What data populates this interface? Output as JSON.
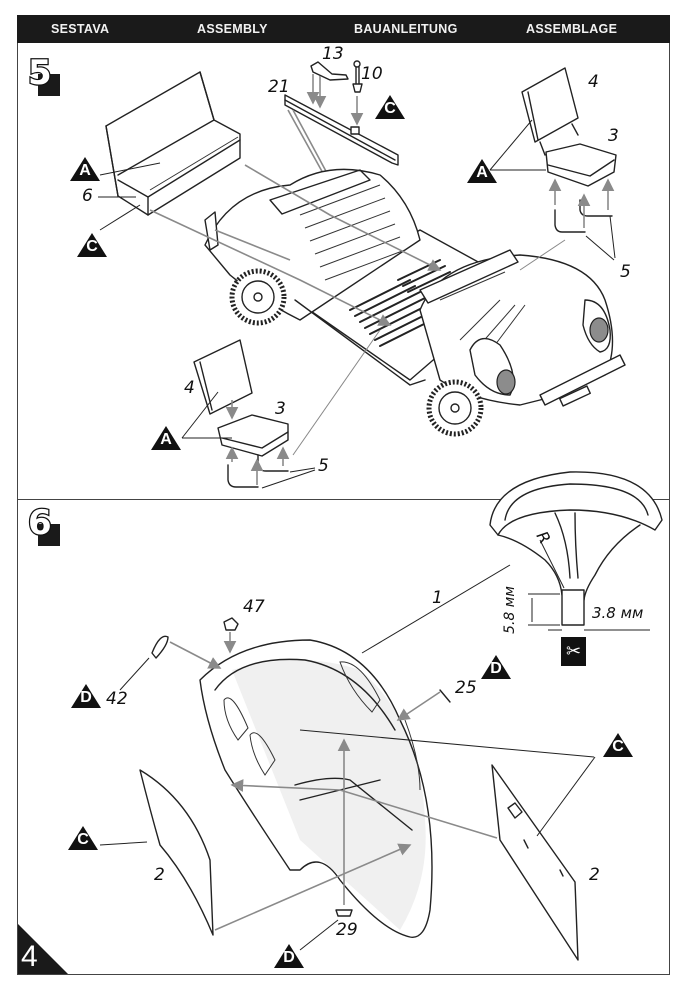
{
  "header": {
    "labels": [
      "SESTAVA",
      "ASSEMBLY",
      "BAUANLEITUNG",
      "ASSEMBLAGE"
    ]
  },
  "page_number": "4",
  "steps": [
    {
      "number": "5",
      "callouts": {
        "bench_seat": "6",
        "rail": "21",
        "handle": "13",
        "pin": "10",
        "seat_back_right": "4",
        "seat_cushion_right": "3",
        "seat_legs_right": "5",
        "seat_back_left": "4",
        "seat_cushion_left": "3",
        "seat_legs_left": "5"
      },
      "markers": {
        "bench_top": "A",
        "bench_bottom": "C",
        "rail": "C",
        "right_seat": "A",
        "left_seat": "A"
      }
    },
    {
      "number": "6",
      "callouts": {
        "body": "1",
        "horn": "47",
        "light": "42",
        "wiper": "25",
        "door_left": "2",
        "door_right": "2",
        "mirror": "29"
      },
      "markers": {
        "light": "D",
        "wiper": "D",
        "door_left": "C",
        "body_right": "C",
        "mirror": "D"
      },
      "detail": {
        "radius_label": "R",
        "height_dim": "5.8 мм",
        "width_dim": "3.8 мм",
        "cut_icon": "scissors"
      }
    }
  ],
  "colors": {
    "header_bg": "#1a1a1a",
    "header_text": "#f2f2f2",
    "line": "#222222",
    "arrow_gray": "#8a8a8a",
    "lamp_gray": "#8c8c8c"
  }
}
